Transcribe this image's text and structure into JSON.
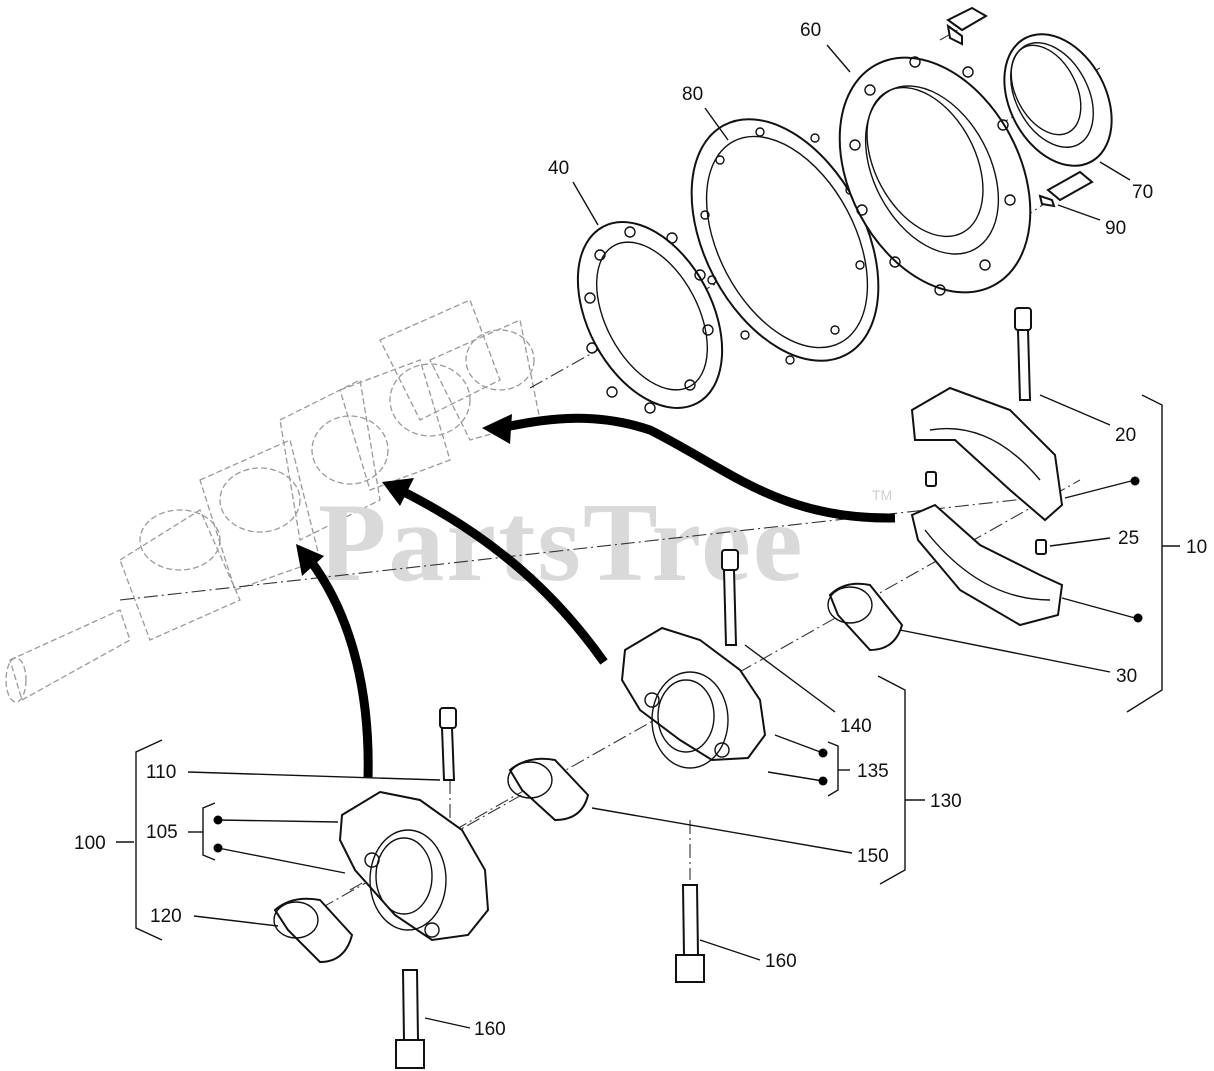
{
  "watermark": {
    "text": "PartsTree",
    "trademark": "TM"
  },
  "callouts": {
    "c10": "10",
    "c20": "20",
    "c25": "25",
    "c30": "30",
    "c40": "40",
    "c60": "60",
    "c70": "70",
    "c80": "80",
    "c90": "90",
    "c100": "100",
    "c105": "105",
    "c110": "110",
    "c120": "120",
    "c130": "130",
    "c135": "135",
    "c140": "140",
    "c150": "150",
    "c160a": "160",
    "c160b": "160"
  },
  "colors": {
    "ink": "#111111",
    "watermark": "#d9d9d9",
    "ghost": "#9a9a9a"
  }
}
